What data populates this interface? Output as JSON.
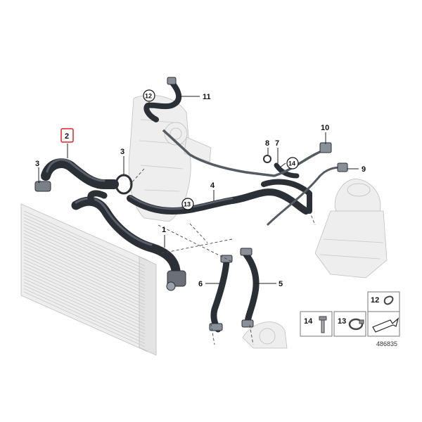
{
  "diagram": {
    "highlighted_part": "2",
    "catalog_number": "486835",
    "callouts": [
      {
        "key": "c1",
        "label": "1"
      },
      {
        "key": "c2",
        "label": "2"
      },
      {
        "key": "c3a",
        "label": "3"
      },
      {
        "key": "c3b",
        "label": "3"
      },
      {
        "key": "c4",
        "label": "4"
      },
      {
        "key": "c5",
        "label": "5"
      },
      {
        "key": "c6",
        "label": "6"
      },
      {
        "key": "c7",
        "label": "7"
      },
      {
        "key": "c8",
        "label": "8"
      },
      {
        "key": "c9",
        "label": "9"
      },
      {
        "key": "c10",
        "label": "10"
      },
      {
        "key": "c11",
        "label": "11"
      },
      {
        "key": "c12",
        "label": "12"
      },
      {
        "key": "c13",
        "label": "13"
      },
      {
        "key": "c14",
        "label": "14"
      }
    ],
    "legend_boxes": [
      {
        "key": "b14",
        "label": "14"
      },
      {
        "key": "b13",
        "label": "13"
      },
      {
        "key": "b12",
        "label": "12"
      }
    ]
  }
}
